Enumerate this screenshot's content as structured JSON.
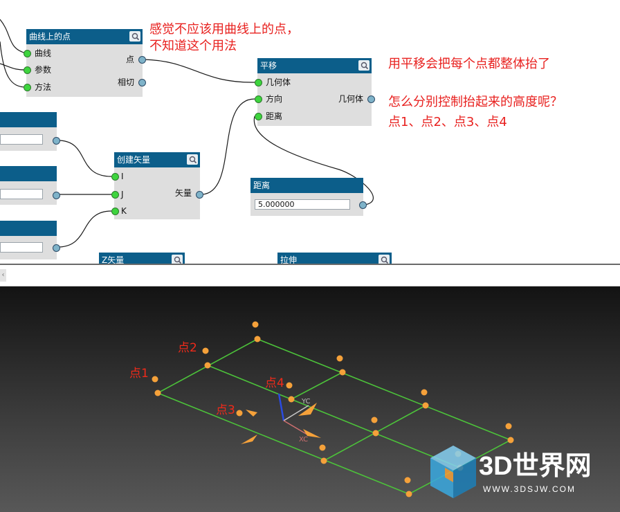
{
  "nodes": {
    "point_on_curve": {
      "title": "曲线上的点",
      "inputs": [
        "曲线",
        "参数",
        "方法"
      ],
      "outputs": [
        "点",
        "相切"
      ]
    },
    "translate": {
      "title": "平移",
      "inputs": [
        "几何体",
        "方向",
        "距离"
      ],
      "outputs": [
        "几何体"
      ]
    },
    "create_vector": {
      "title": "创建矢量",
      "inputs": [
        "I",
        "J",
        "K"
      ],
      "outputs": [
        "矢量"
      ]
    },
    "distance": {
      "title": "距离",
      "value": "5.000000"
    },
    "z_vector": {
      "title": "Z矢量"
    },
    "extrude": {
      "title": "拉伸"
    }
  },
  "notes": {
    "line1": "感觉不应该用曲线上的点，",
    "line2": "不知道这个用法",
    "line3": "用平移会把每个点都整体抬了",
    "line4": "怎么分别控制抬起来的高度呢？",
    "line5": "点1、点2、点3、点4"
  },
  "viewport": {
    "labels": [
      "点1",
      "点2",
      "点3",
      "点4"
    ],
    "axis_labels": {
      "yc": "YC",
      "xc": "XC"
    },
    "watermark": {
      "brand": "3D世界网",
      "url": "WWW.3DSJW.COM"
    }
  },
  "icons": {
    "node_zoom": "magnifier-icon",
    "collapse": "chevron-left-icon"
  },
  "colors": {
    "node_header": "#0c5e8a",
    "node_body": "#dedede",
    "input_pin": "#3ed43e",
    "output_pin": "#7fb3c9",
    "note": "#e8211f",
    "grid": "#4cc23a",
    "point": "#f5a13a"
  }
}
